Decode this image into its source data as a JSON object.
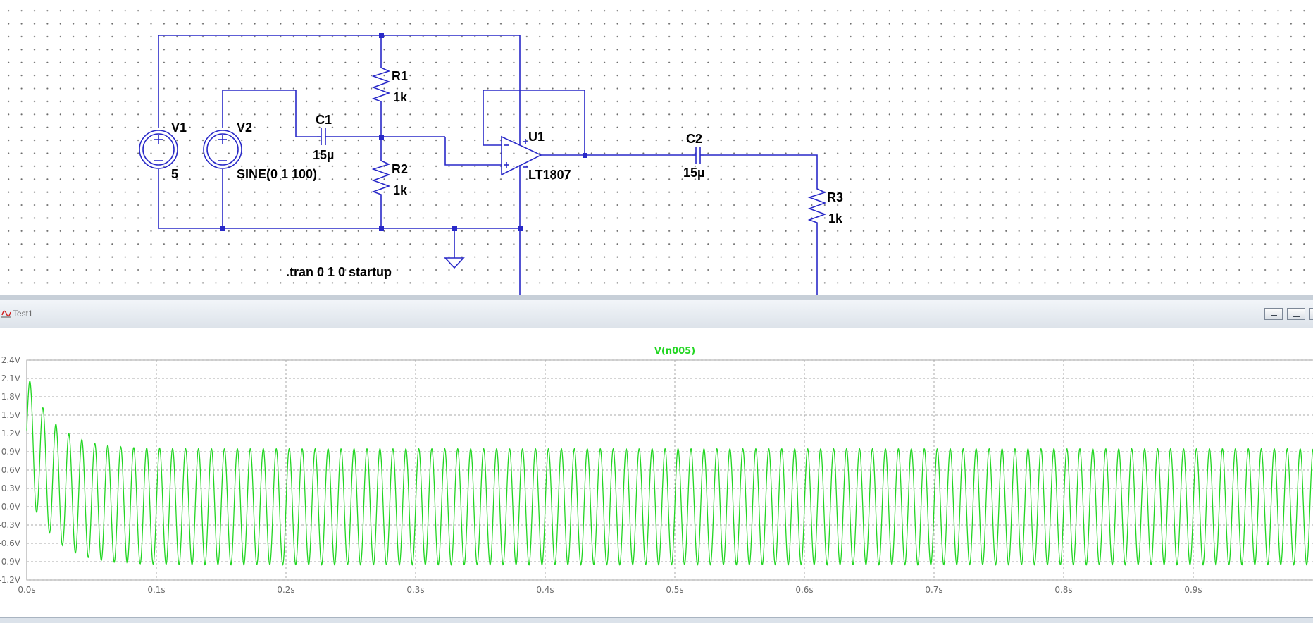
{
  "schematic": {
    "components": {
      "V1": {
        "name": "V1",
        "value": "5"
      },
      "V2": {
        "name": "V2",
        "value": "SINE(0 1 100)"
      },
      "C1": {
        "name": "C1",
        "value": "15µ"
      },
      "C2": {
        "name": "C2",
        "value": "15µ"
      },
      "R1": {
        "name": "R1",
        "value": "1k"
      },
      "R2": {
        "name": "R2",
        "value": "1k"
      },
      "R3": {
        "name": "R3",
        "value": "1k"
      },
      "U1": {
        "name": "U1",
        "value": "LT1807"
      }
    },
    "directive": ".tran 0 1 0 startup",
    "wire_color": "#2929c8",
    "symbol_color": "#2929c8"
  },
  "plot_window": {
    "title": "Test1",
    "icon": "waveform-icon",
    "buttons": [
      "minimize-icon",
      "restore-icon",
      "close-icon"
    ]
  },
  "chart_data": {
    "type": "line",
    "series": [
      {
        "name": "V(n005)",
        "color": "#22d622"
      }
    ],
    "x_ticks": [
      "0.0s",
      "0.1s",
      "0.2s",
      "0.3s",
      "0.4s",
      "0.5s",
      "0.6s",
      "0.7s",
      "0.8s",
      "0.9s"
    ],
    "y_ticks": [
      "2.4V",
      "2.1V",
      "1.8V",
      "1.5V",
      "1.2V",
      "0.9V",
      "0.6V",
      "0.3V",
      "0.0V",
      "-0.3V",
      "-0.6V",
      "-0.9V",
      "-1.2V"
    ],
    "ylim": [
      -1.2,
      2.4
    ],
    "xlim": [
      0,
      1
    ],
    "waveform": {
      "frequency_hz": 100,
      "steady_amplitude_v": 0.95,
      "initial_offset_v": 1.25,
      "offset_time_constant_s": 0.02
    },
    "grid": true,
    "grid_style": "dashed",
    "background": "#ffffff"
  }
}
